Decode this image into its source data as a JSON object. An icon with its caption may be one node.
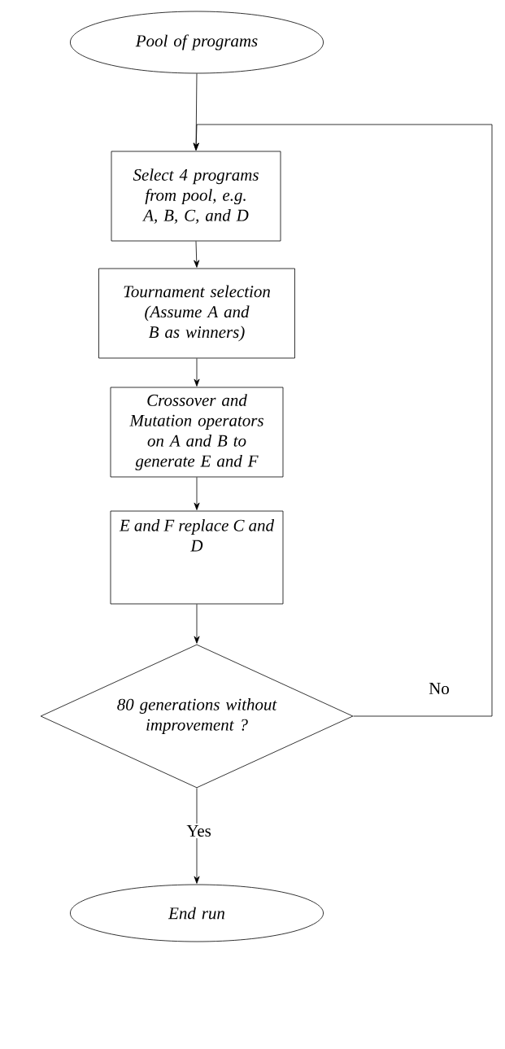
{
  "diagram": {
    "nodes": [
      {
        "text": [
          "Pool of programs"
        ]
      },
      {
        "text": [
          "Select 4 programs from pool, e.g. A, B, C, and D"
        ]
      },
      {
        "text": [
          "Tournament selection (Assume A and B as winners)"
        ]
      },
      {
        "text": [
          "Crossover and Mutation operators on A and B to generate E and F"
        ]
      },
      {
        "text": [
          "E and F replace C and D"
        ]
      },
      {
        "text": [
          "80 generations without improvement ?"
        ]
      },
      {
        "text": [
          "End run"
        ]
      }
    ],
    "edges": [
      {
        "from": 0,
        "to": 1,
        "arrow": "to"
      },
      {
        "from": 1,
        "to": 2,
        "arrow": "to"
      },
      {
        "from": 2,
        "to": 3,
        "arrow": "to"
      },
      {
        "from": 3,
        "to": 4,
        "arrow": "to"
      },
      {
        "from": 4,
        "to": 5,
        "arrow": "to"
      },
      {
        "from": 5,
        "to": 6,
        "arrow": "to",
        "label": "Yes"
      },
      {
        "from": 5,
        "to": 1,
        "arrow": "to",
        "label": "No"
      }
    ]
  }
}
